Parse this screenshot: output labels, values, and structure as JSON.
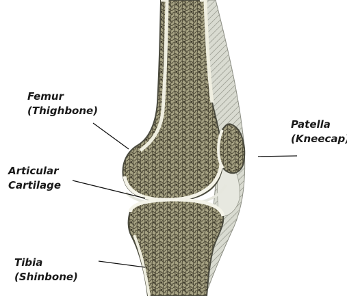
{
  "labels": {
    "femur": {
      "line1": "Femur",
      "line2": "(Thighbone)"
    },
    "articular": {
      "line1": "Articular",
      "line2": "Cartilage"
    },
    "tibia": {
      "line1": "Tibia",
      "line2": "(Shinbone)"
    },
    "patella": {
      "line1": "Patella",
      "line2": "(Kneecap)"
    }
  },
  "colors": {
    "bone_fill": "#a6a283",
    "bone_texture": "#4e4a38",
    "cortex": "#efeee0",
    "outline": "#4a4a3e",
    "soft_tissue": "#dadcd2",
    "leader": "#111111"
  }
}
